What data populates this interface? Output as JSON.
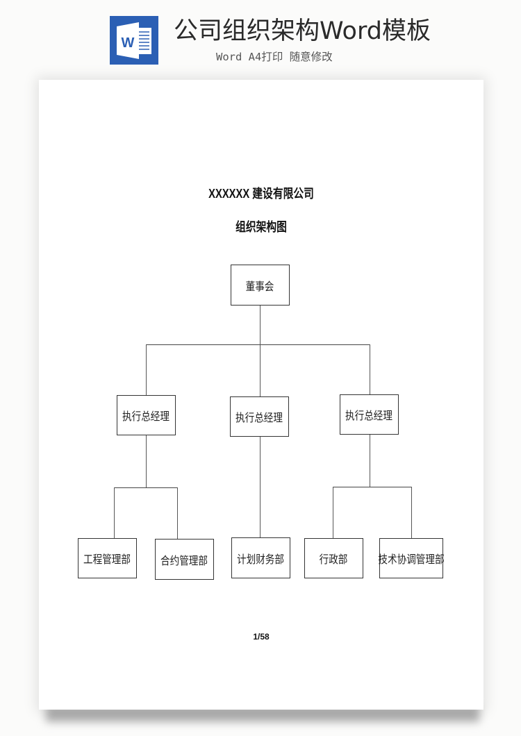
{
  "header": {
    "app_icon": "word-icon",
    "title": "公司组织架构Word模板",
    "subtitle": "Word A4打印 随意修改",
    "accent_color": "#2b5fb4"
  },
  "document": {
    "company_title": "XXXXXX 建设有限公司",
    "chart_title": "组织架构图",
    "page_number": "1/58",
    "org_chart": {
      "root": "董事会",
      "level2": [
        "执行总经理",
        "执行总经理",
        "执行总经理"
      ],
      "level3": {
        "left": [
          "工程管理部",
          "合约管理部"
        ],
        "middle": [
          "计划财务部"
        ],
        "right": [
          "行政部",
          "技术协调管理部"
        ]
      }
    }
  }
}
